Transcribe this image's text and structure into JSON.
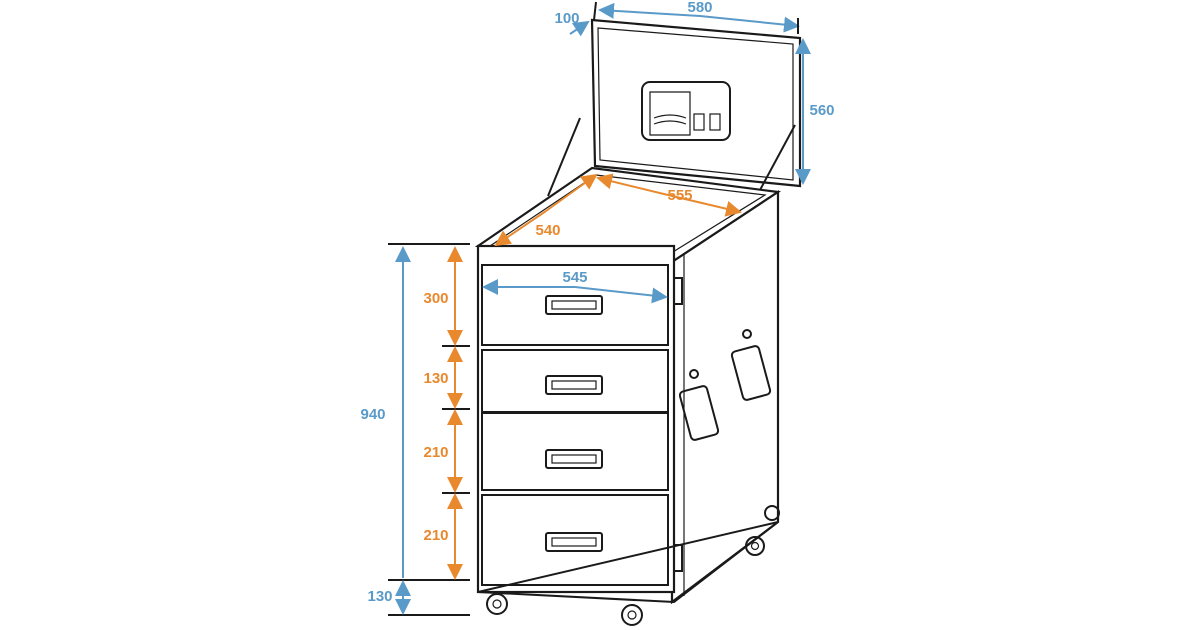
{
  "colors": {
    "overall_dimension": "#5a9ac8",
    "interior_dimension": "#e8892e",
    "outline": "#1a1a1a"
  },
  "dimensions": {
    "lid_depth": "100",
    "lid_width": "580",
    "lid_height": "560",
    "interior_width": "555",
    "interior_depth": "540",
    "front_width": "545",
    "drawer_1_height": "300",
    "drawer_2_height": "130",
    "drawer_3_height": "210",
    "drawer_4_height": "210",
    "body_height": "940",
    "caster_height": "130"
  }
}
